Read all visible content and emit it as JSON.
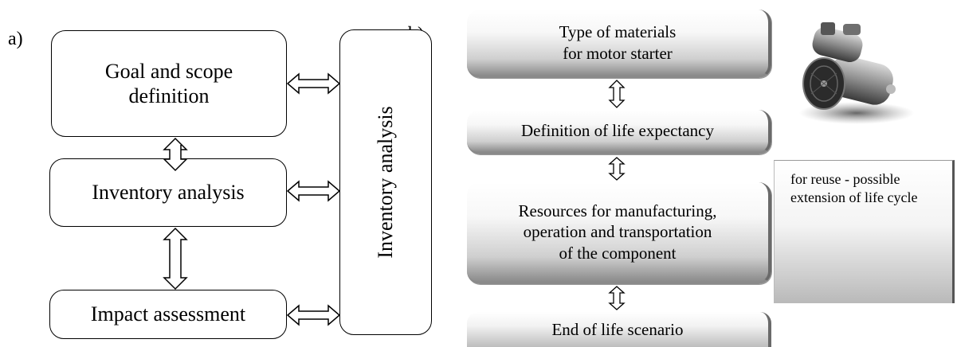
{
  "panel_a": {
    "label": "a)",
    "boxes": [
      "Goal and scope\ndefinition",
      "Inventory analysis",
      "Impact assessment"
    ],
    "side_box": "Inventory analysis"
  },
  "panel_b": {
    "label": "b)",
    "steps": [
      "Type of materials\nfor motor starter",
      "Definition of life expectancy",
      "Resources for manufacturing,\noperation and transportation\nof the component",
      "End of life scenario"
    ],
    "note": "for reuse - possible extension of life cycle",
    "image_icon": "motor-starter-image"
  }
}
